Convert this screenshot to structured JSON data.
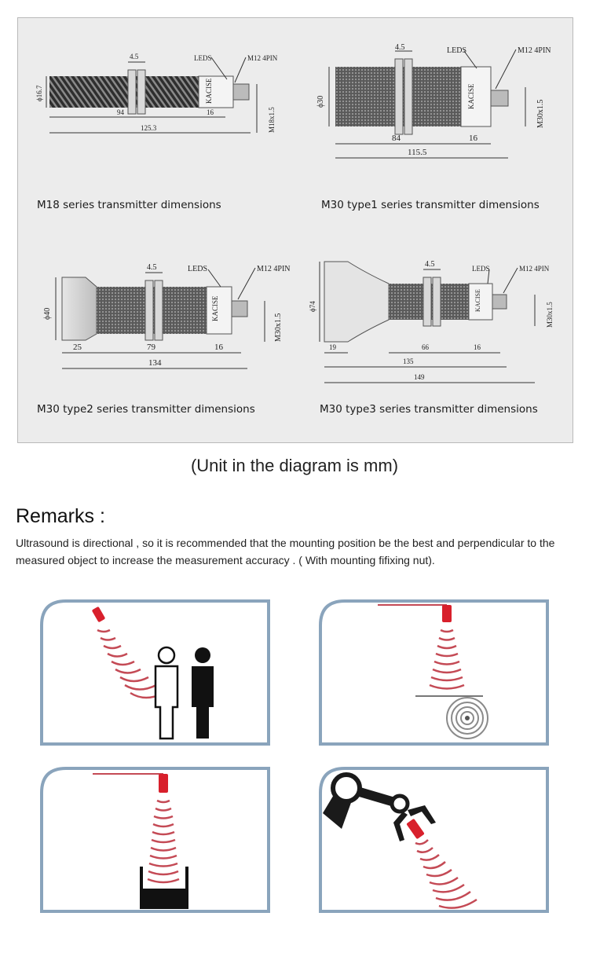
{
  "diagrams": [
    {
      "caption": "M18 series transmitter dimensions",
      "labels": {
        "diameter": "ϕ16.7",
        "nut": "4.5",
        "leds": "LEDS",
        "connector": "M12 4PIN",
        "thread": "M18x1.5",
        "body": "94",
        "cable": "16",
        "total": "125.3",
        "brand": "KACISE"
      }
    },
    {
      "caption": "M30 type1 series transmitter dimensions",
      "labels": {
        "diameter": "ϕ30",
        "nut": "4.5",
        "leds": "LEDS",
        "connector": "M12 4PIN",
        "thread": "M30x1.5",
        "body": "84",
        "cable": "16",
        "total": "115.5",
        "brand": "KACISE"
      }
    },
    {
      "caption": "M30 type2 series transmitter dimensions",
      "labels": {
        "diameter": "ϕ40",
        "nut": "4.5",
        "leds": "LEDS",
        "connector": "M12 4PIN",
        "thread": "M30x1.5",
        "head": "25",
        "body": "79",
        "cable": "16",
        "total": "134",
        "brand": "KACISE"
      }
    },
    {
      "caption": "M30 type3 series transmitter dimensions",
      "labels": {
        "diameter": "ϕ74",
        "nut": "4.5",
        "leds": "LEDS",
        "connector": "M12 4PIN",
        "thread": "M30x1.5",
        "head": "19",
        "body": "66",
        "cable": "16",
        "total_a": "135",
        "total_b": "149",
        "brand": "KACISE"
      }
    }
  ],
  "unit_note": "(Unit in the diagram is mm)",
  "remarks": {
    "title": "Remarks :",
    "text": "Ultrasound is directional , so it is recommended that the mounting position be the best and perpendicular to the measured object to increase the measurement accuracy . ( With mounting fifixing nut)."
  },
  "applications": [
    {
      "icon": "people-detection-icon"
    },
    {
      "icon": "coil-diameter-icon"
    },
    {
      "icon": "tank-level-icon"
    },
    {
      "icon": "robot-arm-icon"
    }
  ],
  "colors": {
    "card_border": "#8aa4bc",
    "wave": "#c44a55",
    "sensor": "#d8202c",
    "thread": "#3a3a3a"
  }
}
